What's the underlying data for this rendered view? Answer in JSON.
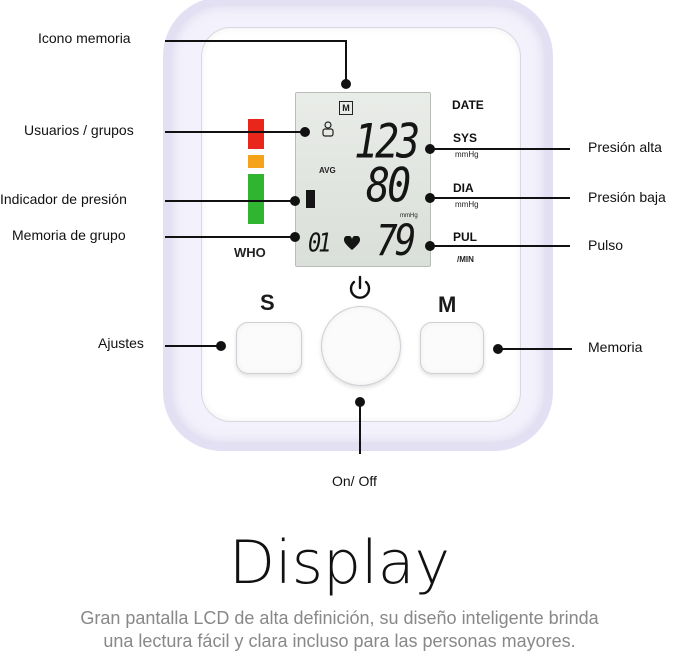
{
  "device": {
    "lcd": {
      "memory_icon_glyph": "M",
      "avg_label": "AVG",
      "sys_value": "123",
      "dia_value": "80",
      "pulse_value": "79",
      "group_memory_value": "01",
      "date_label": "DATE",
      "sys_label": "SYS",
      "sys_unit": "mmHg",
      "dia_label": "DIA",
      "dia_unit": "mmHg",
      "pul_unit_small": "mmHg",
      "pul_label": "PUL",
      "pul_unit": "/MIN"
    },
    "who_label": "WHO",
    "who_scale_colors": [
      "#e8261c",
      "#f7a21b",
      "#2fb52f"
    ],
    "buttons": {
      "s_label": "S",
      "m_label": "M"
    }
  },
  "callouts": {
    "memory_icon": "Icono memoria",
    "users_groups": "Usuarios / grupos",
    "pressure_indicator": "Indicador de presión",
    "group_memory": "Memoria de grupo",
    "settings": "Ajustes",
    "high_pressure": "Presión alta",
    "low_pressure": "Presión baja",
    "pulse": "Pulso",
    "memory": "Memoria",
    "on_off": "On/ Off"
  },
  "footer": {
    "title": "Display",
    "description_line1": "Gran pantalla LCD de alta definición, su diseño inteligente brinda",
    "description_line2": "una lectura fácil y clara incluso para las personas mayores."
  }
}
